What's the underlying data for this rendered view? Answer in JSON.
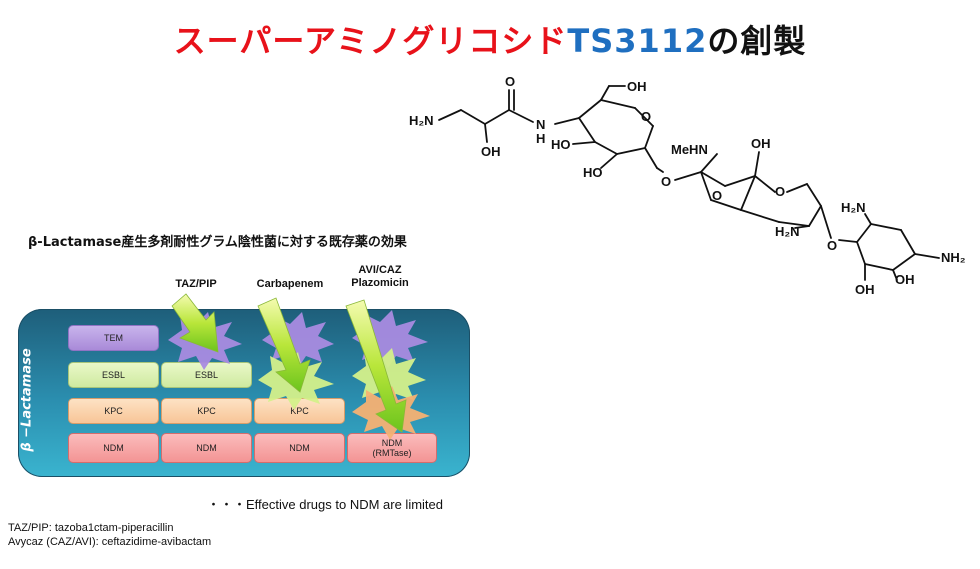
{
  "title": {
    "part1": "スーパーアミノグリコシド",
    "part2": "TS3112",
    "part3": "の創製"
  },
  "subtitle": "β-Lactamase産生多剤耐性グラム陰性菌に対する既存薬の効果",
  "axis_label": "β −Lactamase",
  "drugs": {
    "taz_pip": "TAZ/PIP",
    "carbapenem": "Carbapenem",
    "avi_caz": "AVI/CAZ\nPlazomicin"
  },
  "rows": {
    "tem": [
      "TEM"
    ],
    "esbl": [
      "ESBL",
      "ESBL"
    ],
    "kpc": [
      "KPC",
      "KPC",
      "KPC"
    ],
    "ndm": [
      "NDM",
      "NDM",
      "NDM",
      "NDM\n(RMTase)"
    ]
  },
  "note": "・・・Effective drugs to NDM are limited",
  "footnotes": [
    "TAZ/PIP: tazoba1ctam-piperacillin",
    "Avycaz (CAZ/AVI): ceftazidime-avibactam"
  ],
  "molecule": {
    "labels": {
      "h2n_left": "H₂N",
      "o_top": "O",
      "oh_chain": "OH",
      "nh": "N",
      "h_nh": "H",
      "oh_top": "OH",
      "ho1": "HO",
      "ho2": "HO",
      "ring_o1": "O",
      "link_o1": "O",
      "mehn": "MeHN",
      "oh_ring2": "OH",
      "ring_o2": "O",
      "ring_o3": "O",
      "h2n_mid": "H₂N",
      "link_o2": "O",
      "h2n_right": "H₂N",
      "nh2": "NH₂",
      "oh_b1": "OH",
      "oh_b2": "OH"
    }
  },
  "colors": {
    "title_red": "#e8121a",
    "title_blue": "#1f6fc0",
    "panel": "#2b8fb0",
    "tem": "#b79de0",
    "esbl": "#d8f0ae",
    "kpc": "#fbd2ab",
    "ndm": "#f6a5a5"
  }
}
